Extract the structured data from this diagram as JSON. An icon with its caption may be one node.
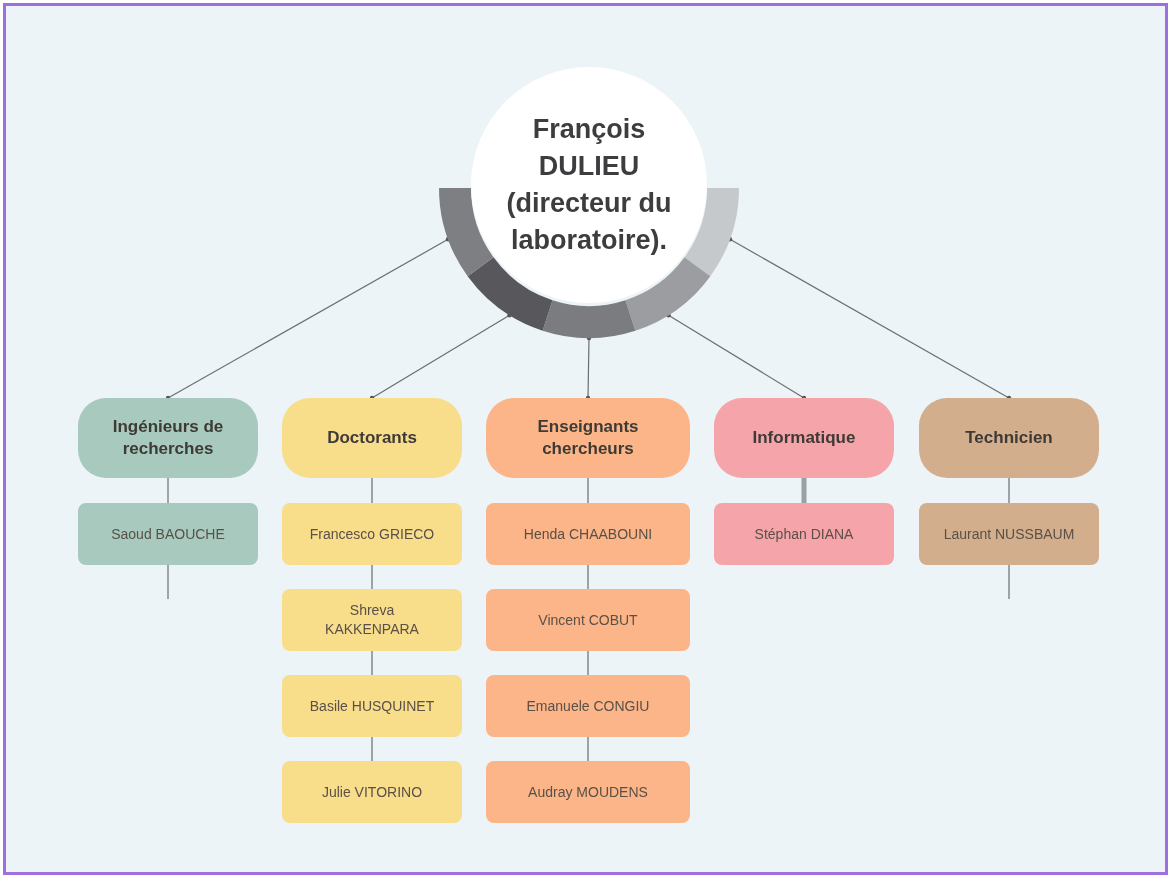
{
  "diagram": {
    "nodes": [
      {
        "text": [
          "François DULIEU (directeur du laboratoire)."
        ]
      },
      {
        "text": [
          "Ingénieurs de recherches"
        ]
      },
      {
        "text": [
          "Saoud BAOUCHE"
        ]
      },
      {
        "text": [
          "Doctorants"
        ]
      },
      {
        "text": [
          "Francesco GRIECO"
        ]
      },
      {
        "text": [
          "Shreva KAKKENPARA"
        ]
      },
      {
        "text": [
          "Basile HUSQUINET"
        ]
      },
      {
        "text": [
          "Julie VITORINO"
        ]
      },
      {
        "text": [
          "Enseignants chercheurs"
        ]
      },
      {
        "text": [
          "Henda CHAABOUNI"
        ]
      },
      {
        "text": [
          "Vincent COBUT"
        ]
      },
      {
        "text": [
          "Emanuele CONGIU"
        ]
      },
      {
        "text": [
          "Audray MOUDENS"
        ]
      },
      {
        "text": [
          "Informatique"
        ]
      },
      {
        "text": [
          "Stéphan DIANA"
        ]
      },
      {
        "text": [
          "Technicien"
        ]
      },
      {
        "text": [
          "Laurant NUSSBAUM"
        ]
      }
    ],
    "edges": [
      {
        "from": 0,
        "to": 1,
        "arrow": "other"
      },
      {
        "from": 0,
        "to": 3,
        "arrow": "other"
      },
      {
        "from": 0,
        "to": 8,
        "arrow": "other"
      },
      {
        "from": 0,
        "to": 13,
        "arrow": "other"
      },
      {
        "from": 0,
        "to": 15,
        "arrow": "other"
      },
      {
        "from": 1,
        "to": 2,
        "arrow": "none"
      },
      {
        "from": 2,
        "to": null,
        "arrow": "none"
      },
      {
        "from": 3,
        "to": 4,
        "arrow": "none"
      },
      {
        "from": 4,
        "to": 5,
        "arrow": "none"
      },
      {
        "from": 5,
        "to": 6,
        "arrow": "none"
      },
      {
        "from": 6,
        "to": 7,
        "arrow": "none"
      },
      {
        "from": 8,
        "to": 9,
        "arrow": "none"
      },
      {
        "from": 9,
        "to": 10,
        "arrow": "none"
      },
      {
        "from": 10,
        "to": 11,
        "arrow": "none"
      },
      {
        "from": 11,
        "to": 12,
        "arrow": "none"
      },
      {
        "from": 13,
        "to": 14,
        "arrow": "none",
        "style": "thick",
        "color": "#9aa0a4"
      },
      {
        "from": 15,
        "to": 16,
        "arrow": "none"
      },
      {
        "from": 16,
        "to": null,
        "arrow": "none"
      }
    ]
  }
}
